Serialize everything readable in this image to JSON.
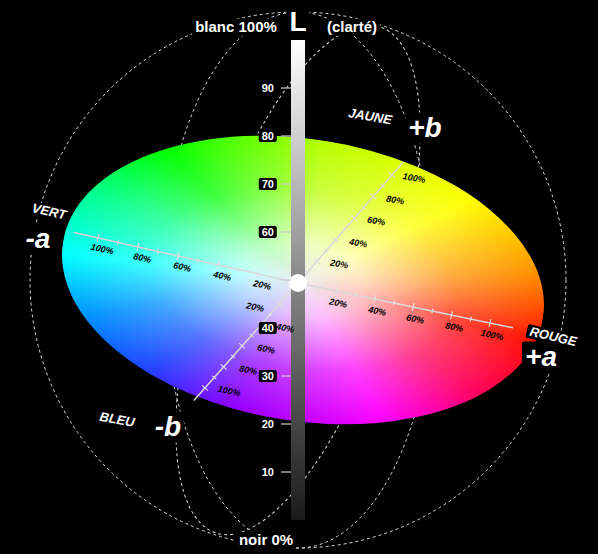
{
  "diagram": {
    "labels": [
      "blanc 100%",
      "L",
      "(clarté)",
      "90",
      "80",
      "70",
      "60",
      "40",
      "30",
      "20",
      "10",
      "noir 0%",
      "JAUNE",
      "+b",
      "VERT",
      "-a",
      "ROUGE",
      "+a",
      "BLEU",
      "-b",
      "20%",
      "40%",
      "60%",
      "80%",
      "100%",
      "20%",
      "40%",
      "60%",
      "80%",
      "100%",
      "20%",
      "40%",
      "60%",
      "80%",
      "100%",
      "20%",
      "40%",
      "60%",
      "80%",
      "100%"
    ]
  }
}
